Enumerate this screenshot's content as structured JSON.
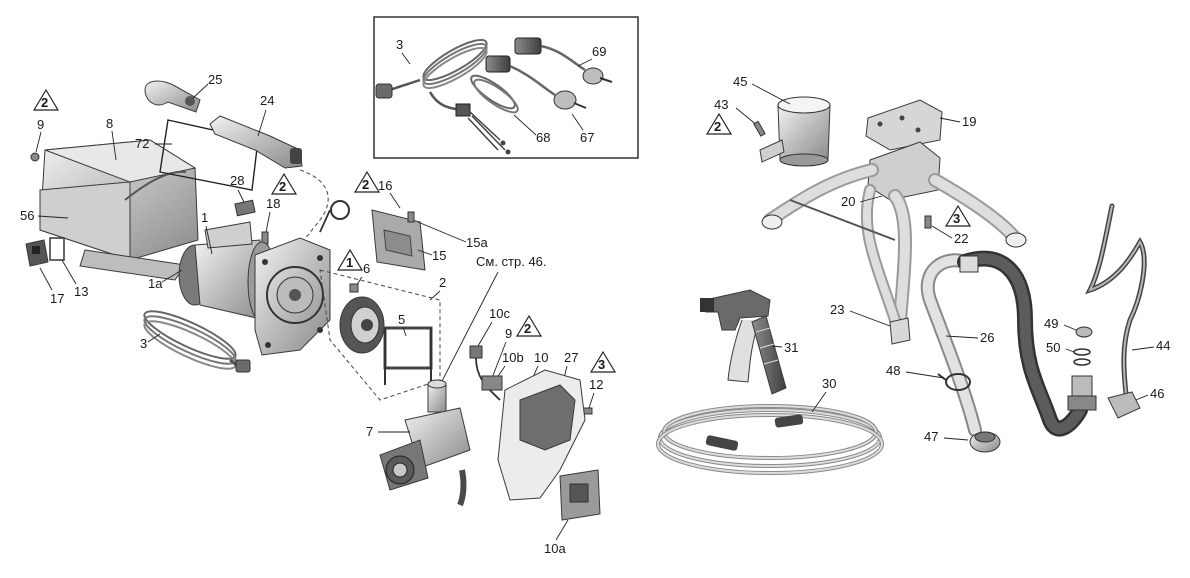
{
  "cross_reference_note": "См. стр. 46.",
  "warning_numbers": {
    "two": "2",
    "one": "1",
    "three": "3"
  },
  "part_labels": {
    "p3_inset": "3",
    "p69": "69",
    "p68": "68",
    "p67": "67",
    "p2_warn_left": "2",
    "p9_left": "9",
    "p8": "8",
    "p72": "72",
    "p25": "25",
    "p24": "24",
    "p28": "28",
    "p18": "18",
    "p56": "56",
    "p1": "1",
    "p1a": "1a",
    "p17": "17",
    "p13": "13",
    "p3_left": "3",
    "p16": "16",
    "p15a": "15a",
    "p15": "15",
    "p6": "6",
    "p2": "2",
    "p5": "5",
    "p10c": "10c",
    "p9_mid": "9",
    "p10b": "10b",
    "p10": "10",
    "p27": "27",
    "p12": "12",
    "p7": "7",
    "p10a": "10a",
    "p45": "45",
    "p43": "43",
    "p19": "19",
    "p20": "20",
    "p22": "22",
    "p23": "23",
    "p26": "26",
    "p31": "31",
    "p30": "30",
    "p48": "48",
    "p49": "49",
    "p50": "50",
    "p44": "44",
    "p46": "46",
    "p47": "47"
  },
  "colors": {
    "line": "#222222",
    "part_light": "#dcdcdc",
    "part_mid": "#a9a9a9",
    "part_dark": "#555555",
    "hose_dark": "#4a4a4a"
  }
}
